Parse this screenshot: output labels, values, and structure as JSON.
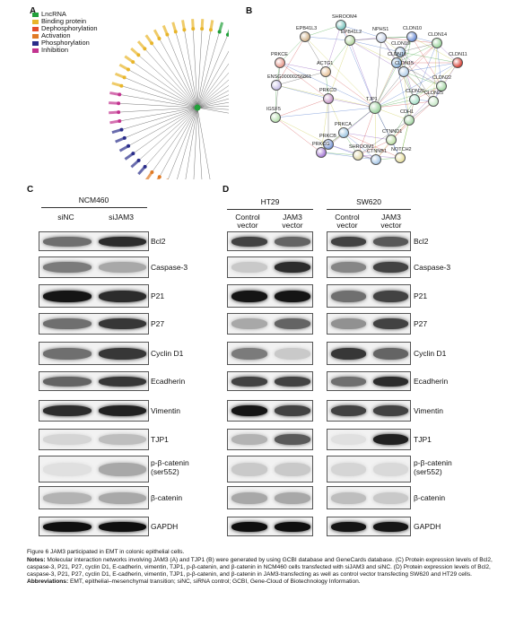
{
  "panels": {
    "a": "A",
    "b": "B",
    "c": "C",
    "d": "D"
  },
  "legend": [
    {
      "label": "LncRNA",
      "color": "#22a03a"
    },
    {
      "label": "Binding protein",
      "color": "#e8b52a"
    },
    {
      "label": "Dephosphorylation",
      "color": "#e34d2c"
    },
    {
      "label": "Activation",
      "color": "#e07a25"
    },
    {
      "label": "Phosphorylation",
      "color": "#2a2d8a"
    },
    {
      "label": "Inhibition",
      "color": "#c2338f"
    }
  ],
  "network_b": {
    "nodes": [
      "SHROOM4",
      "EPB41L3",
      "EPB41L2",
      "NPHS1",
      "CLDN10",
      "CLDN14",
      "CLDN11",
      "CLDN19",
      "CLDN16",
      "CLDN15",
      "CLDN22",
      "ACTG1",
      "PRKCE",
      "ENSG00000256861",
      "PRKCD",
      "TJP1",
      "CLDN20",
      "CLDN25",
      "IGSF5",
      "CDH1",
      "PRKCA",
      "CTNND1",
      "PRKCB",
      "SHROOM1",
      "NOTCH2",
      "CTNNB1",
      "PRKCG"
    ]
  },
  "panel_c": {
    "cell_line": "NCM460",
    "columns": [
      "siNC",
      "siJAM3"
    ]
  },
  "panel_d": {
    "ht29": {
      "cell_line": "HT29",
      "columns": [
        "Control vector",
        "JAM3 vector"
      ]
    },
    "sw620": {
      "cell_line": "SW620",
      "columns": [
        "Control vector",
        "JAM3 vector"
      ]
    }
  },
  "proteins": [
    "Bcl2",
    "Caspase-3",
    "P21",
    "P27",
    "Cyclin D1",
    "Ecadherin",
    "Vimentin",
    "TJP1",
    "p-β-catenin (ser552)",
    "β-catenin",
    "GAPDH"
  ],
  "caption": {
    "title": "Figure 6 JAM3 participated in EMT in colonic epithelial cells.",
    "notes_label": "Notes:",
    "notes": "Molecular interaction networks involving JAM3 (A) and TJP1 (B) were generated by using GCBI database and GeneCards database. (C) Protein expression levels of Bcl2, caspase-3, P21, P27, cyclin D1, E-cadherin, vimentin, TJP1, p-β-catenin, and β-catenin in NCM460 cells transfected with siJAM3 and siNC. (D) Protein expression levels of Bcl2, caspase-3, P21, P27, cyclin D1, E-cadherin, vimentin, TJP1, p-β-catenin, and β-catenin in JAM3-transfecting as well as control vector transfecting SW620 and HT29 cells.",
    "abbr_label": "Abbreviations:",
    "abbr": "EMT, epithelial–mesenchymal transition; siNC, siRNA control; GCBI, Gene-Cloud of Biotechnology Information."
  }
}
